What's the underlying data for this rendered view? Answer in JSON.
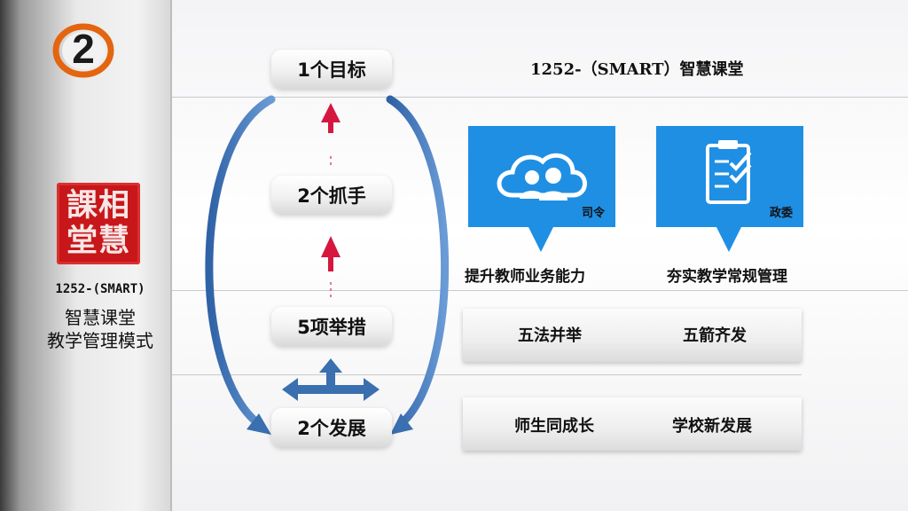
{
  "sidebar": {
    "step_number": "2",
    "seal_text": "課相堂慧",
    "code": "1252-(SMART)",
    "line2": "智慧课堂",
    "line3": "教学管理模式"
  },
  "flow": {
    "goal": "1个目标",
    "grip": "2个抓手",
    "measures": "5项举措",
    "development": "2个发展"
  },
  "top_title": "1252-（SMART）智慧课堂",
  "cards": [
    {
      "role": "司令",
      "caption": "提升教师业务能力",
      "icon": "team-cloud-icon"
    },
    {
      "role": "政委",
      "caption": "夯实教学常规管理",
      "icon": "checklist-clipboard-icon"
    }
  ],
  "measures_band": {
    "left": "五法并举",
    "right": "五箭齐发"
  },
  "development_band": {
    "left": "师生同成长",
    "right": "学校新发展"
  },
  "colors": {
    "card_blue": "#1f8fe4",
    "arrow_blue": "#3a6fb0",
    "arrow_red": "#d5173f",
    "seal_red": "#c8171a",
    "badge_orange": "#e4650f"
  }
}
